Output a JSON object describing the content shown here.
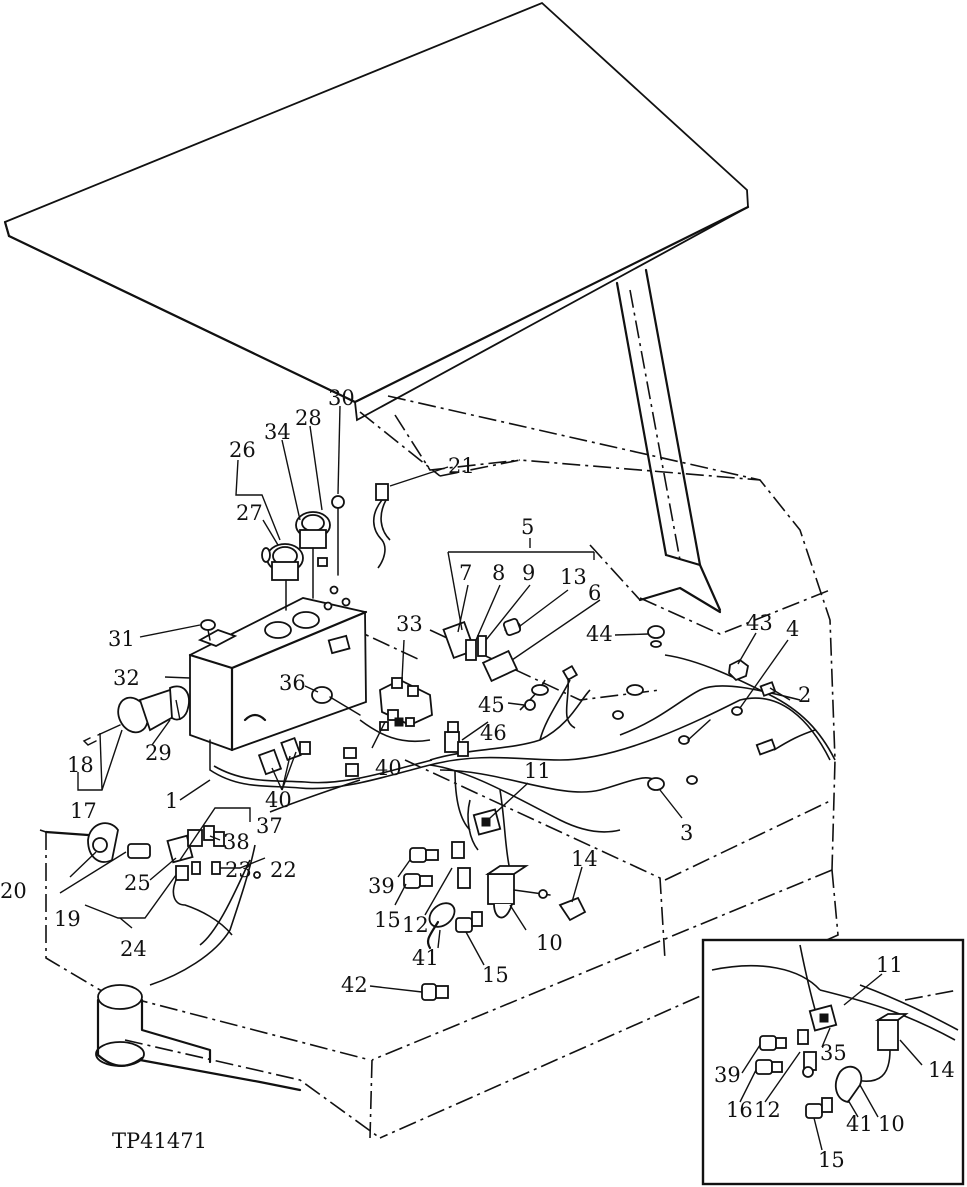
{
  "figure_code": "TP41471",
  "callouts": {
    "c1": "1",
    "c2": "2",
    "c3": "3",
    "c4": "4",
    "c5": "5",
    "c6": "6",
    "c7": "7",
    "c8": "8",
    "c9": "9",
    "c10": "10",
    "c11": "11",
    "c12": "12",
    "c13": "13",
    "c14": "14",
    "c15a": "15",
    "c15b": "15",
    "c17": "17",
    "c18": "18",
    "c19": "19",
    "c20": "20",
    "c21": "21",
    "c22": "22",
    "c23": "23",
    "c24": "24",
    "c25": "25",
    "c26": "26",
    "c27": "27",
    "c28": "28",
    "c29": "29",
    "c30": "30",
    "c31": "31",
    "c32": "32",
    "c33": "33",
    "c34": "34",
    "c36": "36",
    "c37": "37",
    "c38": "38",
    "c39": "39",
    "c40a": "40",
    "c40b": "40",
    "c41": "41",
    "c42": "42",
    "c43": "43",
    "c44": "44",
    "c45": "45",
    "c46": "46"
  },
  "inset_callouts": {
    "i10": "10",
    "i11": "11",
    "i12": "12",
    "i14": "14",
    "i15": "15",
    "i16": "16",
    "i35": "35",
    "i39": "39",
    "i41": "41"
  }
}
